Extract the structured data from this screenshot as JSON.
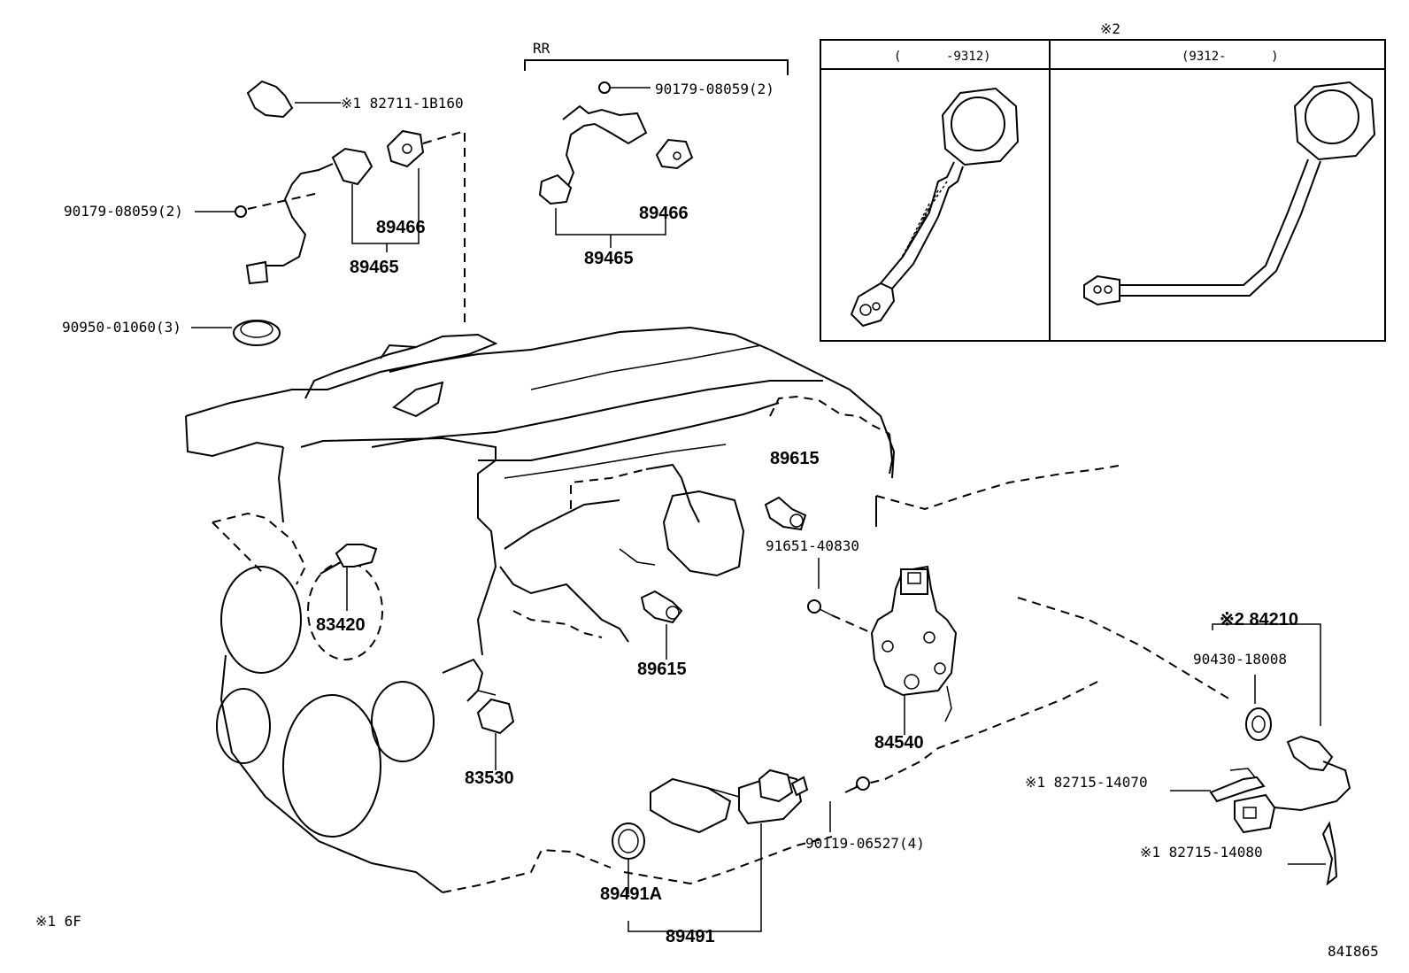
{
  "labels": {
    "p1": "※1 82711-1B160",
    "p2": "90179-08059(2)",
    "p3": "89466",
    "p4": "89465",
    "p5": "90950-01060(3)",
    "rr": "RR",
    "p6": "90179-08059(2)",
    "p7": "89466",
    "p8": "89465",
    "box_mark": "※2",
    "box_left": "(      -9312)",
    "box_right": "(9312-      )",
    "p9": "89615",
    "p10": "91651-40830",
    "p11": "83420",
    "p12": "89615",
    "p13": "84540",
    "p14": "※2 84210",
    "p15": "90430-18008",
    "p16": "83530",
    "p17": "※1 82715-14070",
    "p18": "90119-06527(4)",
    "p19": "※1 82715-14080",
    "p20": "89491A",
    "p21": "89491",
    "footnote": "※1 6F",
    "figure_id": "84I865"
  }
}
